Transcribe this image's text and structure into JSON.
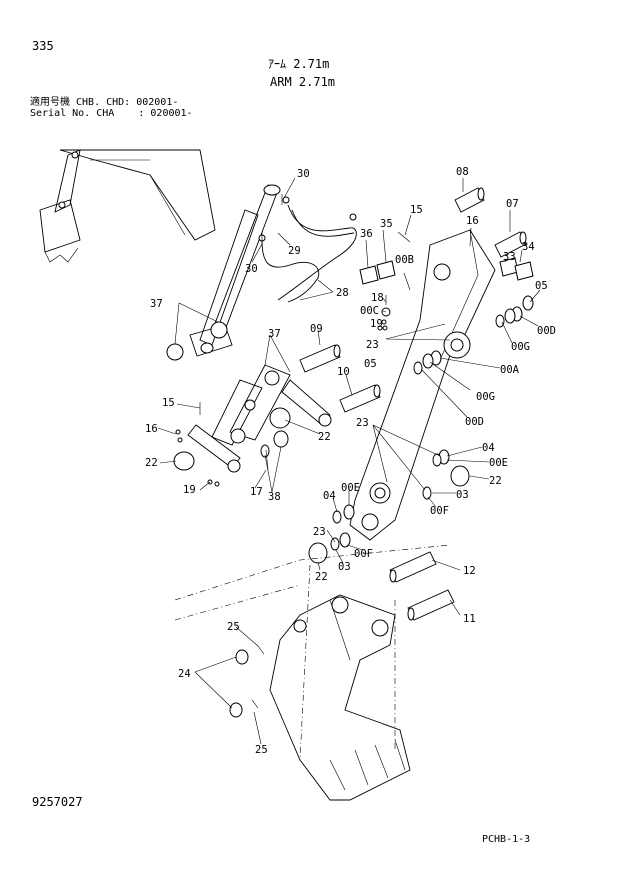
{
  "header": {
    "page_number": "335",
    "title_ja": "ｱｰﾑ 2.71m",
    "title_en": "ARM 2.71m",
    "serial_line_1": "適用号機 CHB. CHD: 002001-",
    "serial_line_2": "Serial No. CHA    : 020001-"
  },
  "footer": {
    "figure_code": "9257027",
    "section_code": "PCHB-1-3"
  },
  "callouts": {
    "c30a": "30",
    "c29": "29",
    "c30b": "30",
    "c28": "28",
    "c36": "36",
    "c35": "35",
    "c15a": "15",
    "c16a": "16",
    "c08": "08",
    "c07": "07",
    "c34": "34",
    "c33": "33",
    "c05a": "05",
    "c00Da": "00D",
    "c00B": "00B",
    "c18": "18",
    "c00C": "00C",
    "c19a": "19",
    "c23a": "23",
    "c00G_a": "00G",
    "c00A": "00A",
    "c05b": "05",
    "c00G_b": "00G",
    "c00Db": "00D",
    "c37a": "37",
    "c37b": "37",
    "c09": "09",
    "c10": "10",
    "c15b": "15",
    "c16b": "16",
    "c22a": "22",
    "c22b": "22",
    "c19b": "19",
    "c17": "17",
    "c38": "38",
    "c23b": "23",
    "c04a": "04",
    "c00Ea": "00E",
    "c22c": "22",
    "c04b": "04",
    "c00Eb": "00E",
    "c03a": "03",
    "c00Fa": "00F",
    "c23c": "23",
    "c00Fb": "00F",
    "c22d": "22",
    "c03b": "03",
    "c12": "12",
    "c11": "11",
    "c25a": "25",
    "c24": "24",
    "c25b": "25"
  }
}
